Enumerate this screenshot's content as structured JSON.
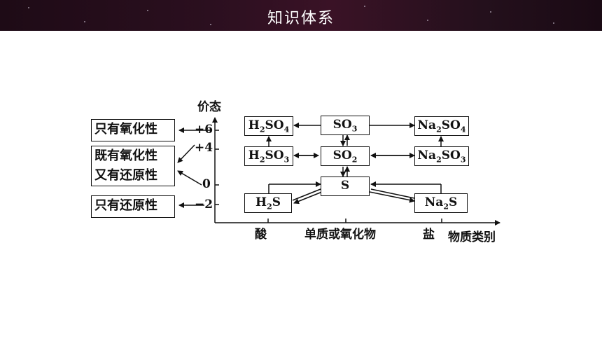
{
  "banner": {
    "title": "知识体系"
  },
  "axes": {
    "y_label": "价态",
    "x_label": "物质类别"
  },
  "valence_ticks": [
    "+6",
    "+4",
    "0",
    "−2"
  ],
  "categories": [
    "酸",
    "单质或氧化物",
    "盐"
  ],
  "properties": {
    "oxidizing_only": "只有氧化性",
    "both_line1": "既有氧化性",
    "both_line2": "又有还原性",
    "reducing_only": "只有还原性"
  },
  "species": {
    "h2so4": {
      "a": "H",
      "b": "2",
      "c": "SO",
      "d": "4"
    },
    "so3": {
      "a": "SO",
      "b": "3"
    },
    "na2so4": {
      "a": "Na",
      "b": "2",
      "c": "SO",
      "d": "4"
    },
    "h2so3": {
      "a": "H",
      "b": "2",
      "c": "SO",
      "d": "3"
    },
    "so2": {
      "a": "SO",
      "b": "2"
    },
    "na2so3": {
      "a": "Na",
      "b": "2",
      "c": "SO",
      "d": "3"
    },
    "s": {
      "a": "S"
    },
    "h2s": {
      "a": "H",
      "b": "2",
      "c": "S"
    },
    "na2s": {
      "a": "Na",
      "b": "2",
      "c": "S"
    }
  }
}
